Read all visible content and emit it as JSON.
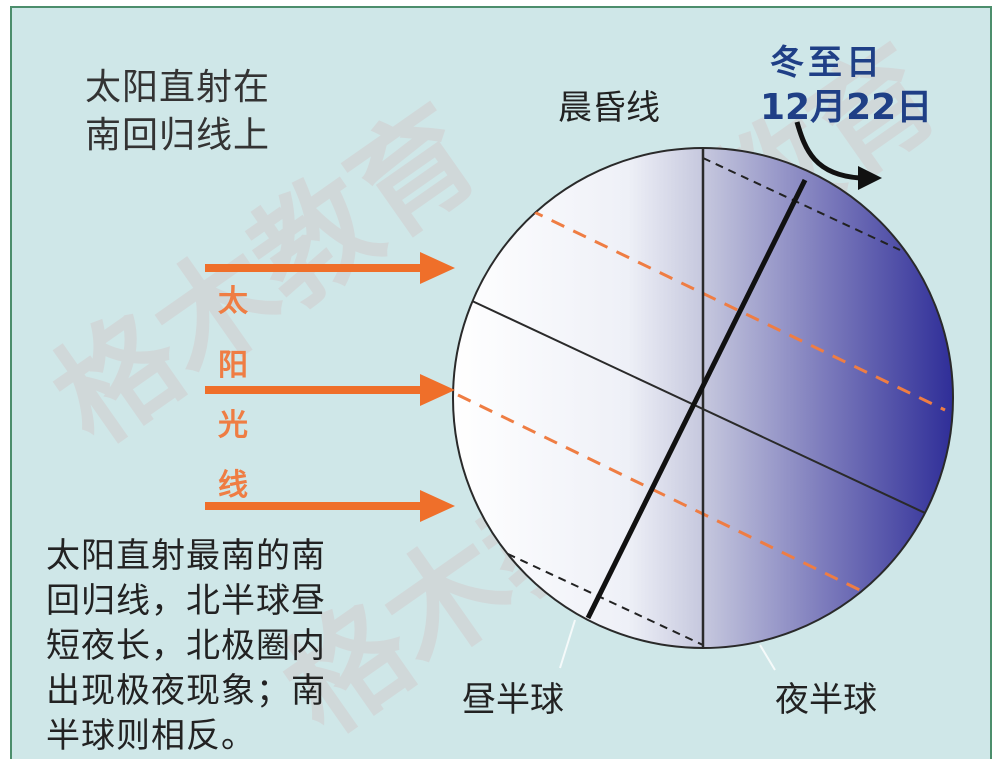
{
  "title": [
    "太阳直射在",
    "南回归线上"
  ],
  "sunlight_label": [
    "太",
    "阳",
    "光",
    "线"
  ],
  "terminator_label": "晨昏线",
  "solstice": {
    "name": "冬至日",
    "date": "12月22日"
  },
  "description": [
    "太阳直射最南的南",
    "回归线，北半球昼",
    "短夜长，北极圈内",
    "出现极夜现象；南",
    "半球则相反。"
  ],
  "day_hemisphere": "昼半球",
  "night_hemisphere": "夜半球",
  "watermark": "格木教育",
  "colors": {
    "background": "#cfe7e8",
    "sunlight": "#ef6f2a",
    "night": "#3b3a9e",
    "date_text": "#1f3f86"
  },
  "icons": [
    "sunlight-arrow-icon",
    "rotation-arrow-icon"
  ]
}
